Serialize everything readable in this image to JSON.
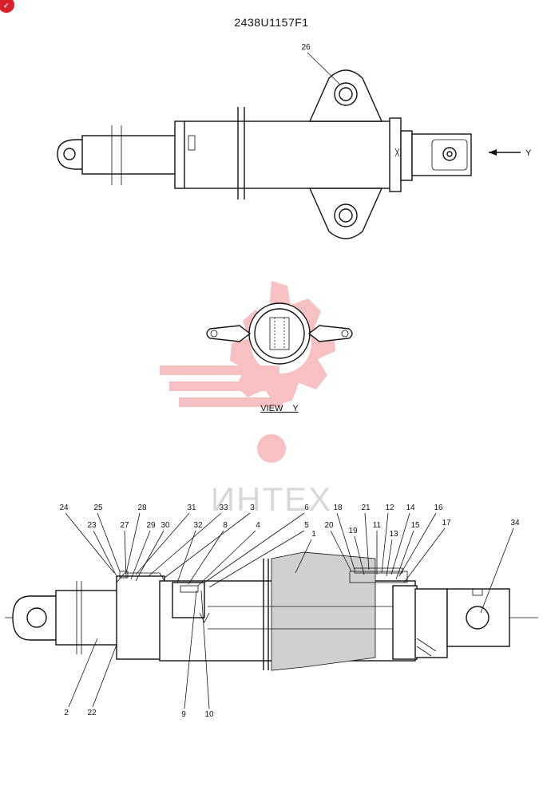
{
  "drawing": {
    "part_number": "2438U1157F1",
    "view_label": "VIEW    Y",
    "arrow_label": "Y",
    "watermark_text": "ИНТЕХ",
    "watermark_color": "#e8474c",
    "corner_badge_color": "#d81f2a",
    "top_callouts": [
      "26"
    ],
    "section_callouts": [
      "24",
      "25",
      "28",
      "31",
      "33",
      "3",
      "6",
      "18",
      "21",
      "12",
      "14",
      "16",
      "23",
      "27",
      "29",
      "30",
      "32",
      "8",
      "4",
      "5",
      "1",
      "20",
      "19",
      "11",
      "13",
      "15",
      "17",
      "34",
      "2",
      "22",
      "9",
      "10"
    ]
  }
}
